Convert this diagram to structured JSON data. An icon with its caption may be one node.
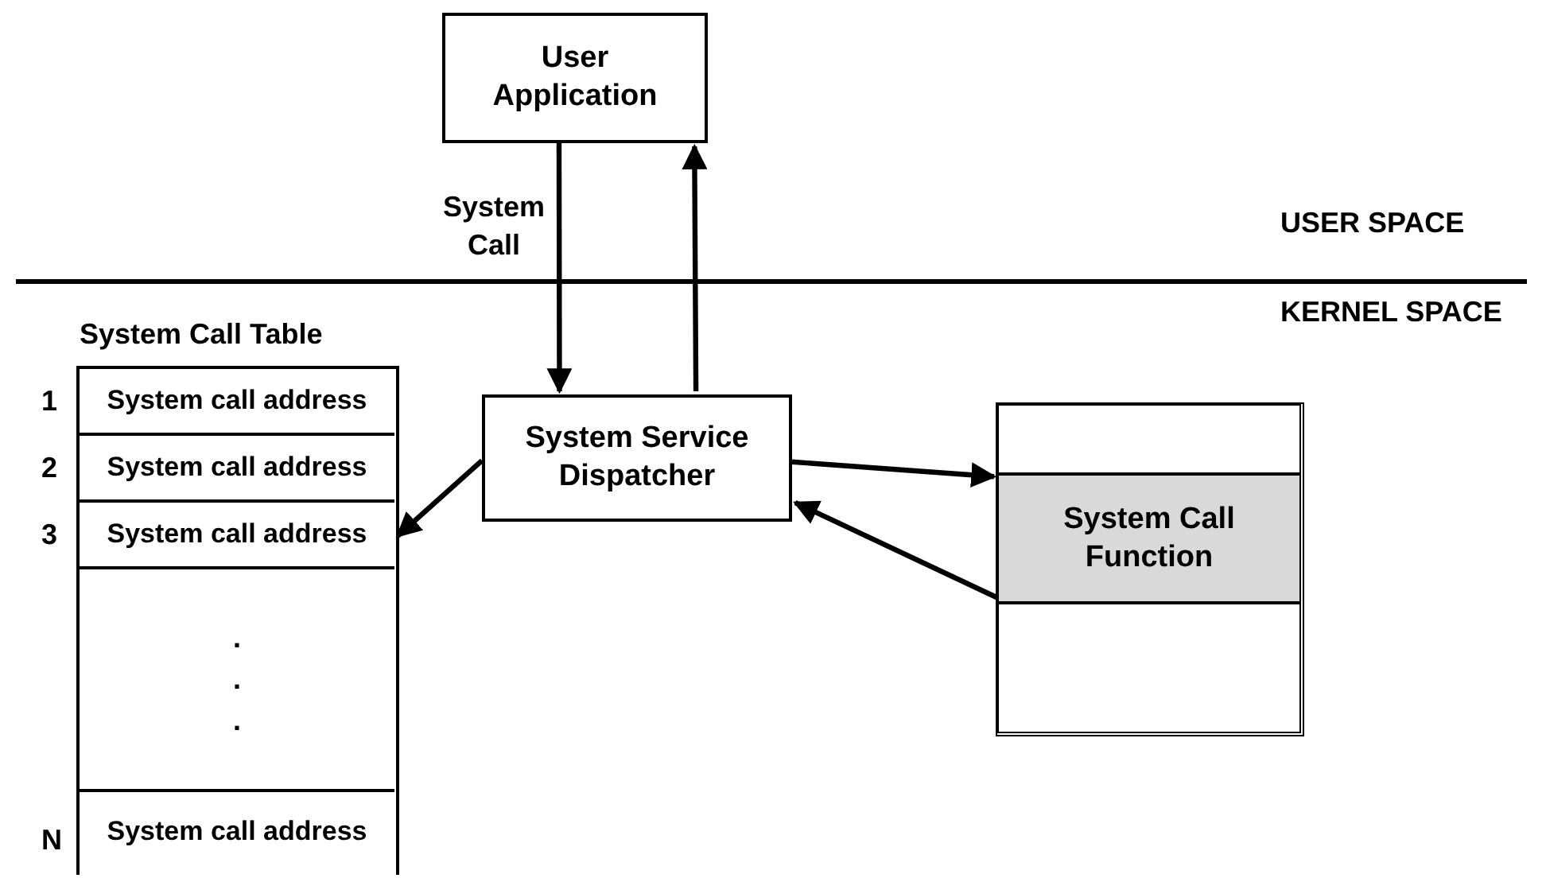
{
  "diagram": {
    "nodes": [
      {
        "text": [
          "User Application"
        ]
      },
      {
        "text": [
          "System Service Dispatcher"
        ]
      },
      {
        "text": [
          "System Call Table"
        ]
      },
      {
        "text": [
          "System call address"
        ],
        "in": 2,
        "beside": [
          "1"
        ]
      },
      {
        "text": [
          "System call address"
        ],
        "in": 2,
        "beside": [
          "2"
        ]
      },
      {
        "text": [
          "System call address"
        ],
        "in": 2,
        "beside": [
          "3"
        ]
      },
      {
        "text": [
          ". . ."
        ],
        "in": 2
      },
      {
        "text": [
          "System call address"
        ],
        "in": 2,
        "beside": [
          "N"
        ]
      },
      {
        "text": [],
        "shape": "box"
      },
      {
        "text": [],
        "shape": "box",
        "in": 8
      },
      {
        "text": [
          "System Call Function"
        ],
        "in": 8
      },
      {
        "text": [],
        "shape": "box",
        "in": 8
      }
    ],
    "edges": [
      {
        "from": 0,
        "to": 1,
        "arrow": "to",
        "label": "System Call"
      },
      {
        "from": 1,
        "to": 0,
        "arrow": "to"
      },
      {
        "from": 1,
        "to": 5,
        "arrow": "to"
      },
      {
        "from": 1,
        "to": 10,
        "arrow": "to"
      },
      {
        "from": 10,
        "to": 1,
        "arrow": "to"
      }
    ],
    "labels": [
      "USER SPACE",
      "KERNEL SPACE"
    ]
  }
}
